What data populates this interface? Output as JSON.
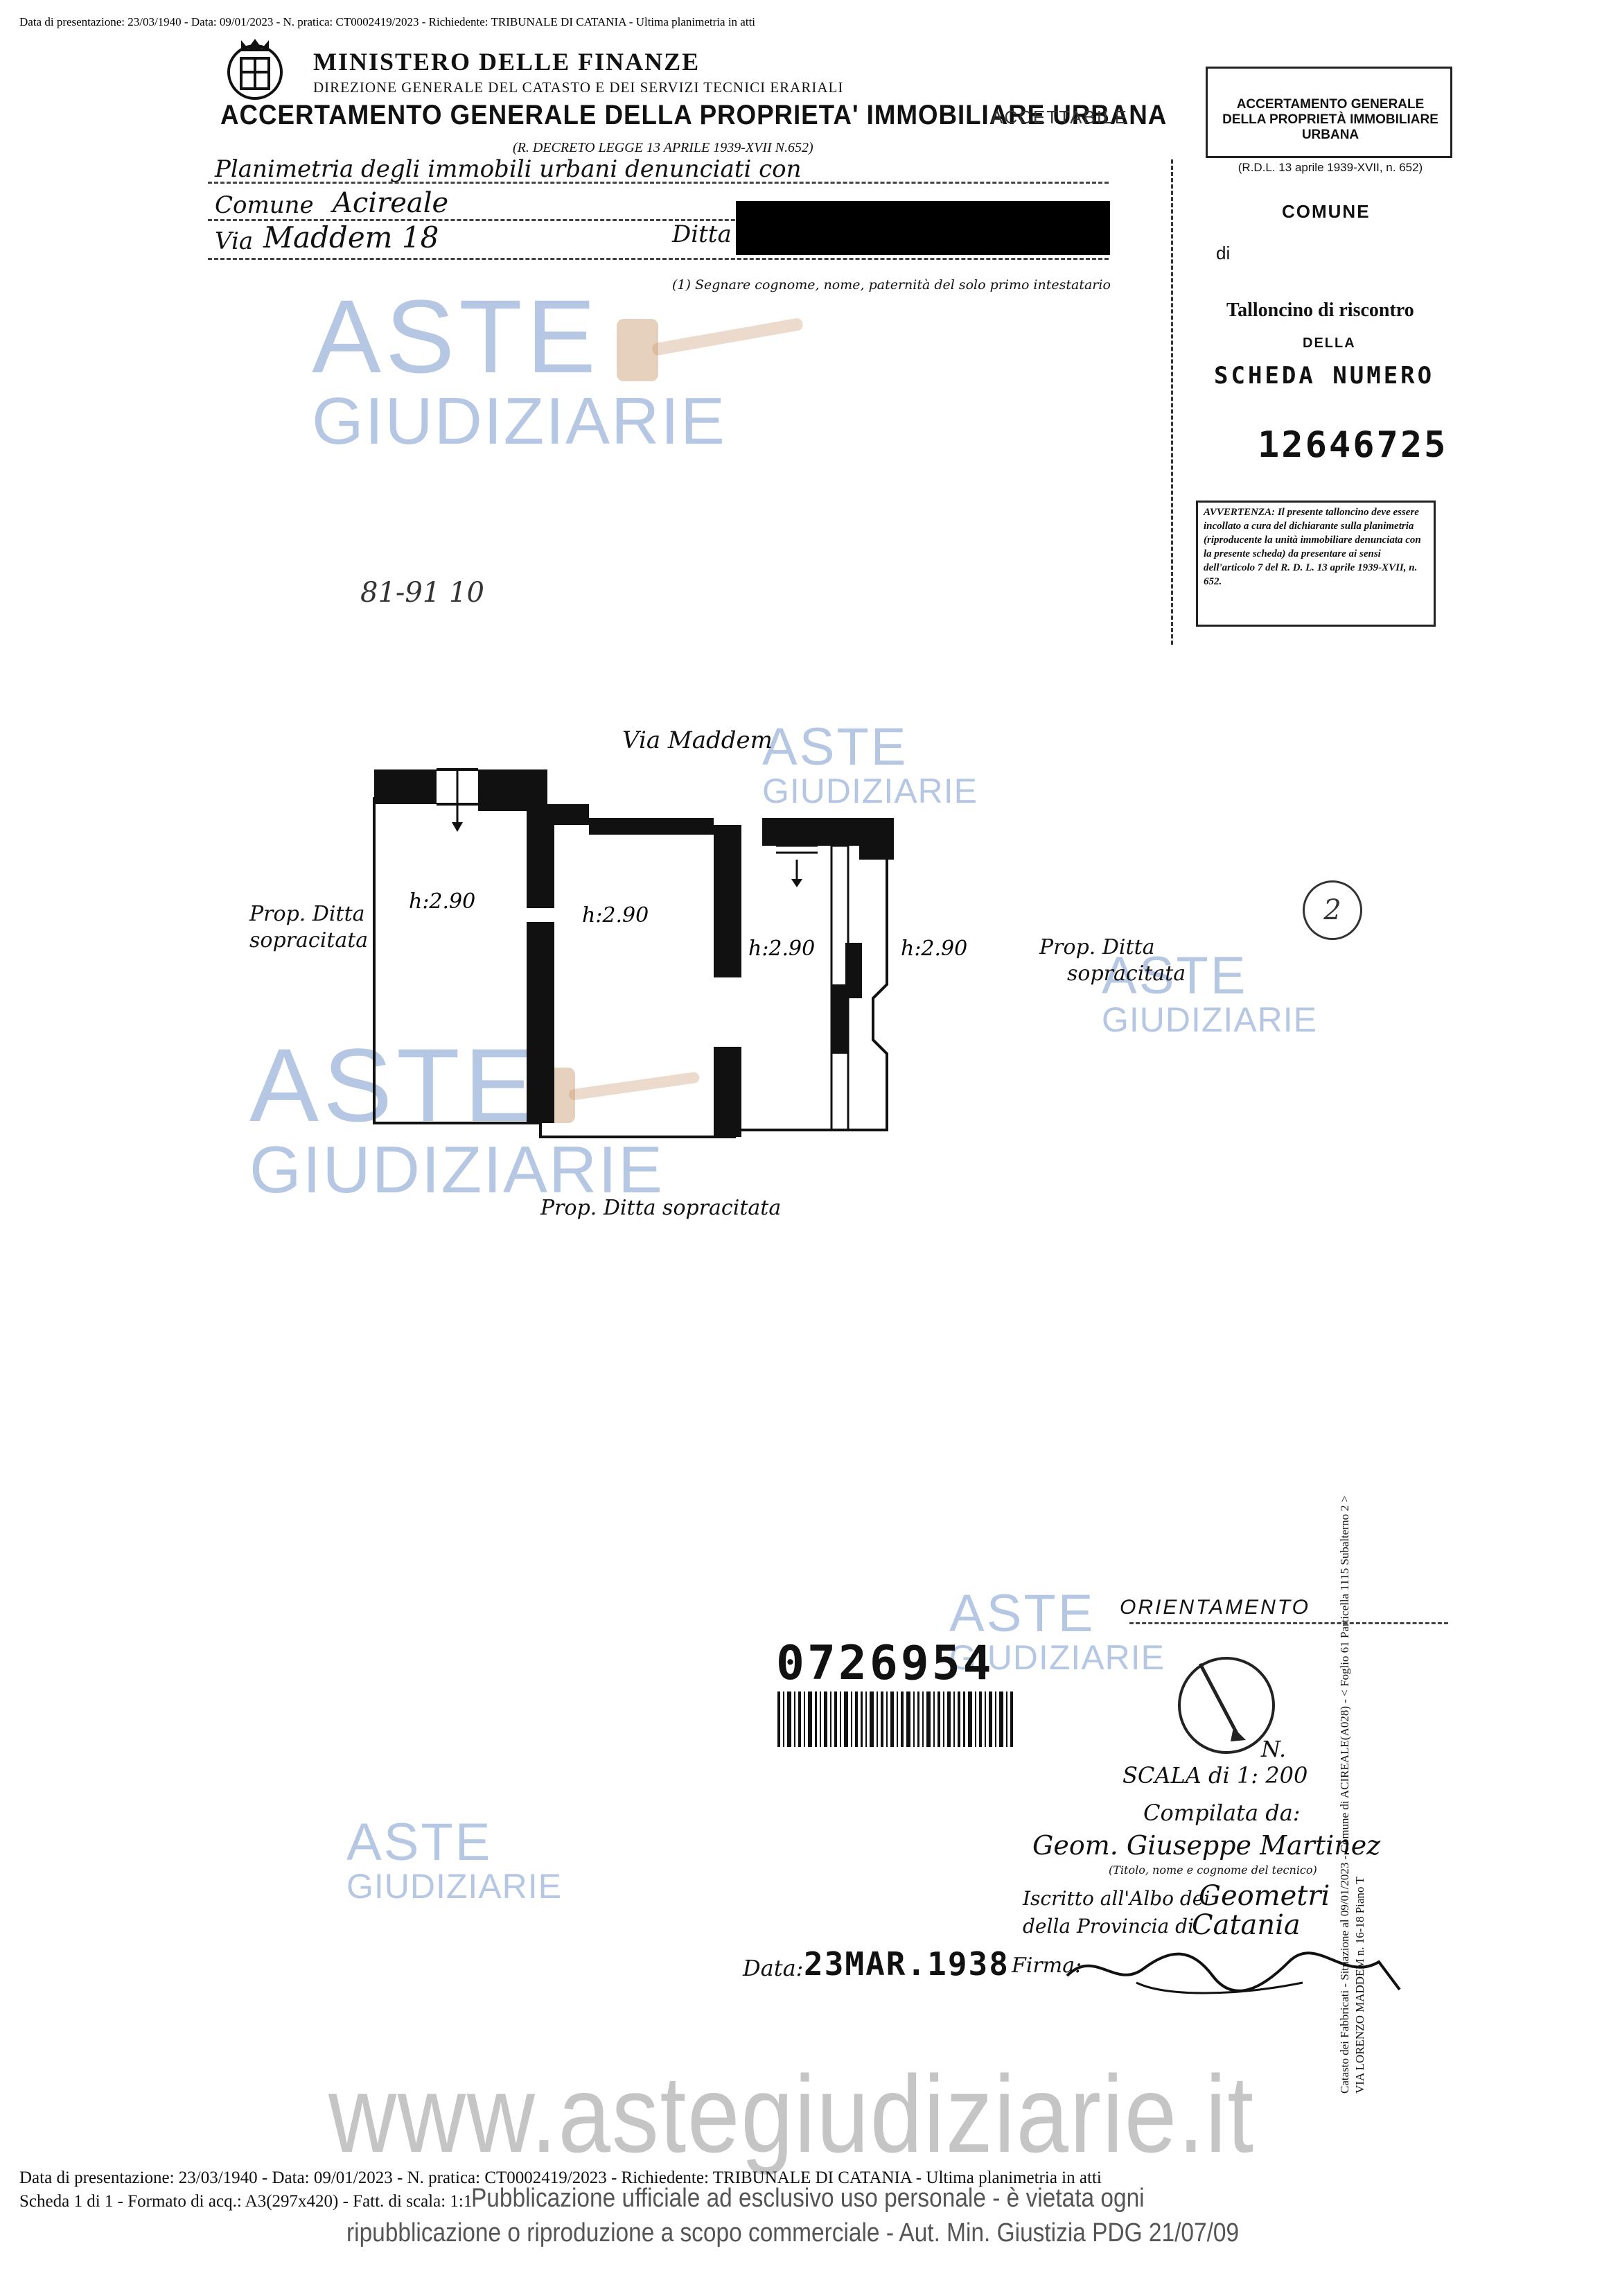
{
  "header": {
    "top_line": "Data di presentazione: 23/03/1940 - Data: 09/01/2023 - N. pratica: CT0002419/2023 - Richiedente: TRIBUNALE DI CATANIA - Ultima planimetria in atti",
    "ministero": "MINISTERO DELLE FINANZE",
    "direzione": "DIREZIONE GENERALE DEL CATASTO E DEI SERVIZI TECNICI ERARIALI",
    "accertamento": "ACCERTAMENTO GENERALE DELLA PROPRIETA' IMMOBILIARE URBANA",
    "decreto": "(R. DECRETO LEGGE 13 APRILE 1939-XVII N.652)",
    "stamp": "ACCETTABILE"
  },
  "form": {
    "planimetria_label": "Planimetria degli immobili urbani denunciati con",
    "comune_label": "Comune",
    "comune_value": "Acireale",
    "ditta_label": "Ditta",
    "via_label": "Via",
    "via_value": "Maddem 18",
    "note": "(1) Segnare cognome, nome, paternità del solo primo intestatario"
  },
  "stub": {
    "title": "ACCERTAMENTO GENERALE DELLA PROPRIETÀ IMMOBILIARE URBANA",
    "rdl": "(R.D.L. 13 aprile 1939-XVII, n. 652)",
    "comune": "COMUNE",
    "di": "di",
    "talloncino": "Talloncino di riscontro",
    "della": "DELLA",
    "scheda": "SCHEDA NUMERO",
    "numero": "12646725",
    "avvertenza": "AVVERTENZA: Il presente talloncino deve essere incollato a cura del dichiarante sulla planimetria (riproducente la unità immobiliare denunciata con la presente scheda) da presentare ai sensi dell'articolo 7 del R. D. L. 13 aprile 1939-XVII, n. 652."
  },
  "scribble": "81-91 10",
  "watermark": {
    "aste": "ASTE",
    "giudiziarie": "GIUDIZIARIE",
    "site": "www.astegiudiziarie.it"
  },
  "plan": {
    "street": "Via Maddem",
    "rooms": [
      "h:2.90",
      "h:2.90",
      "h:2.90",
      "h:2.90"
    ],
    "left_neighbor": [
      "Prop. Ditta",
      "sopracitata"
    ],
    "right_neighbor": [
      "Prop. Ditta",
      "sopracitata"
    ],
    "bottom_neighbor": "Prop. Ditta sopracitata",
    "circle_mark": "2"
  },
  "vertical_text": {
    "line1": "Catasto dei Fabbricati - Situazione al 09/01/2023 - Comune di ACIREALE(A028) - < Foglio 61 Particella 1115 Subalterno 2 >",
    "line2": "VIA LORENZO MADDEM n. 16-18 Piano T"
  },
  "bottom": {
    "orientamento": "ORIENTAMENTO",
    "north": "N.",
    "scala": "SCALA di 1: 200",
    "compilata": "Compilata da:",
    "geom": "Geom. Giuseppe Martinez",
    "titolo": "(Titolo, nome e cognome del tecnico)",
    "iscritto": "Iscritto all'Albo dei",
    "geometri": "Geometri",
    "provincia": "della Provincia di",
    "catania": "Catania",
    "data_label": "Data:",
    "data_value": "23MAR.1938",
    "firma": "Firma:",
    "code": "0726954"
  },
  "footer": {
    "line1": "Data di presentazione: 23/03/1940 - Data: 09/01/2023 - N. pratica: CT0002419/2023 - Richiedente: TRIBUNALE DI CATANIA - Ultima planimetria in atti",
    "line2": "Scheda 1 di 1 - Formato di acq.: A3(297x420) - Fatt. di scala: 1:1",
    "pub1": "Pubblicazione ufficiale ad esclusivo uso personale - è vietata ogni",
    "pub2": "ripubblicazione o riproduzione a scopo commerciale - Aut. Min. Giustizia PDG 21/07/09"
  }
}
